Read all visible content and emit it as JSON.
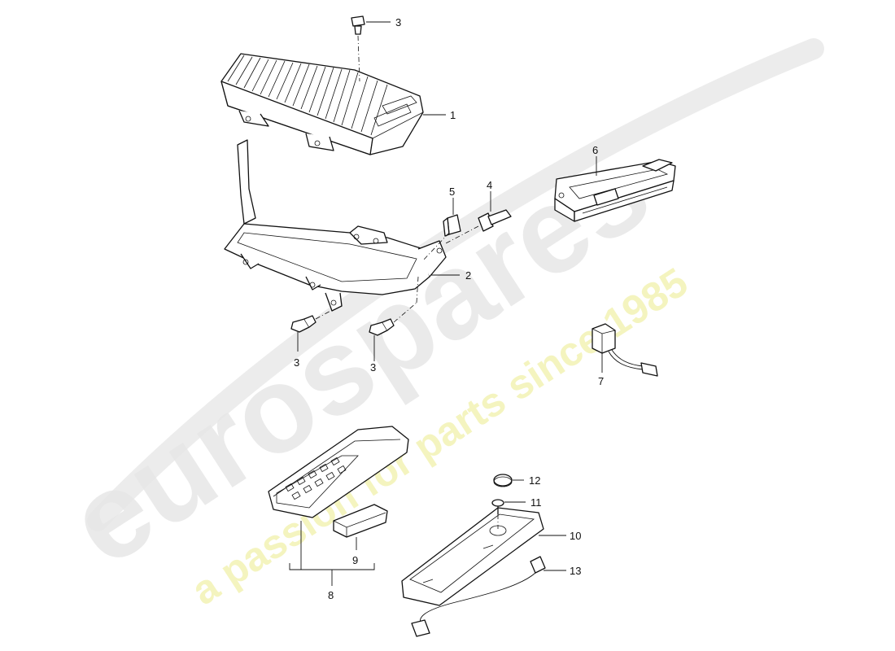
{
  "watermark": {
    "brand": "eurospares",
    "tagline": "a passion for parts since 1985",
    "brand_color": "#e6e6e6",
    "tagline_color": "#f3f3b8"
  },
  "callouts": [
    {
      "id": "c3a",
      "label": "3"
    },
    {
      "id": "c1",
      "label": "1"
    },
    {
      "id": "c6",
      "label": "6"
    },
    {
      "id": "c5",
      "label": "5"
    },
    {
      "id": "c4",
      "label": "4"
    },
    {
      "id": "c2",
      "label": "2"
    },
    {
      "id": "c3b",
      "label": "3"
    },
    {
      "id": "c3c",
      "label": "3"
    },
    {
      "id": "c7",
      "label": "7"
    },
    {
      "id": "c12",
      "label": "12"
    },
    {
      "id": "c11",
      "label": "11"
    },
    {
      "id": "c10",
      "label": "10"
    },
    {
      "id": "c9",
      "label": "9"
    },
    {
      "id": "c13",
      "label": "13"
    },
    {
      "id": "c8",
      "label": "8"
    }
  ]
}
